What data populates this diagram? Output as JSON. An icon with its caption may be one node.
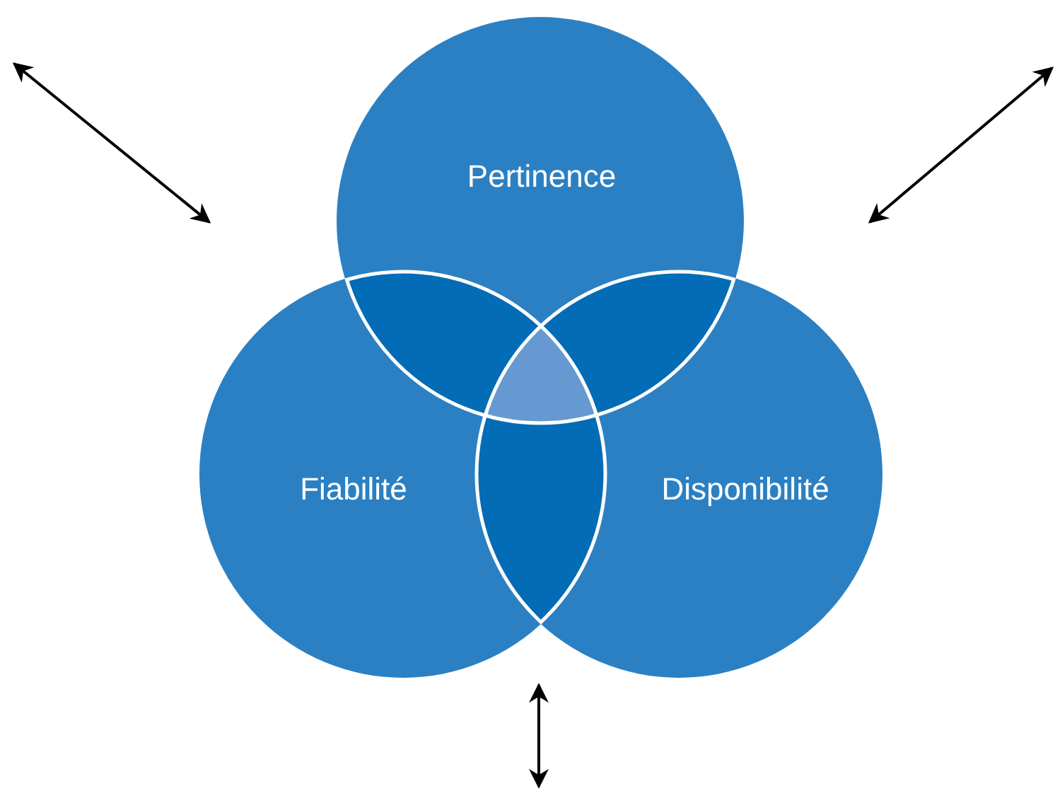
{
  "diagram": {
    "nodes": [
      {
        "text": [
          "Pertinence"
        ]
      },
      {
        "text": [
          "Fiabilité"
        ]
      },
      {
        "text": [
          "Disponibilité"
        ]
      }
    ]
  }
}
